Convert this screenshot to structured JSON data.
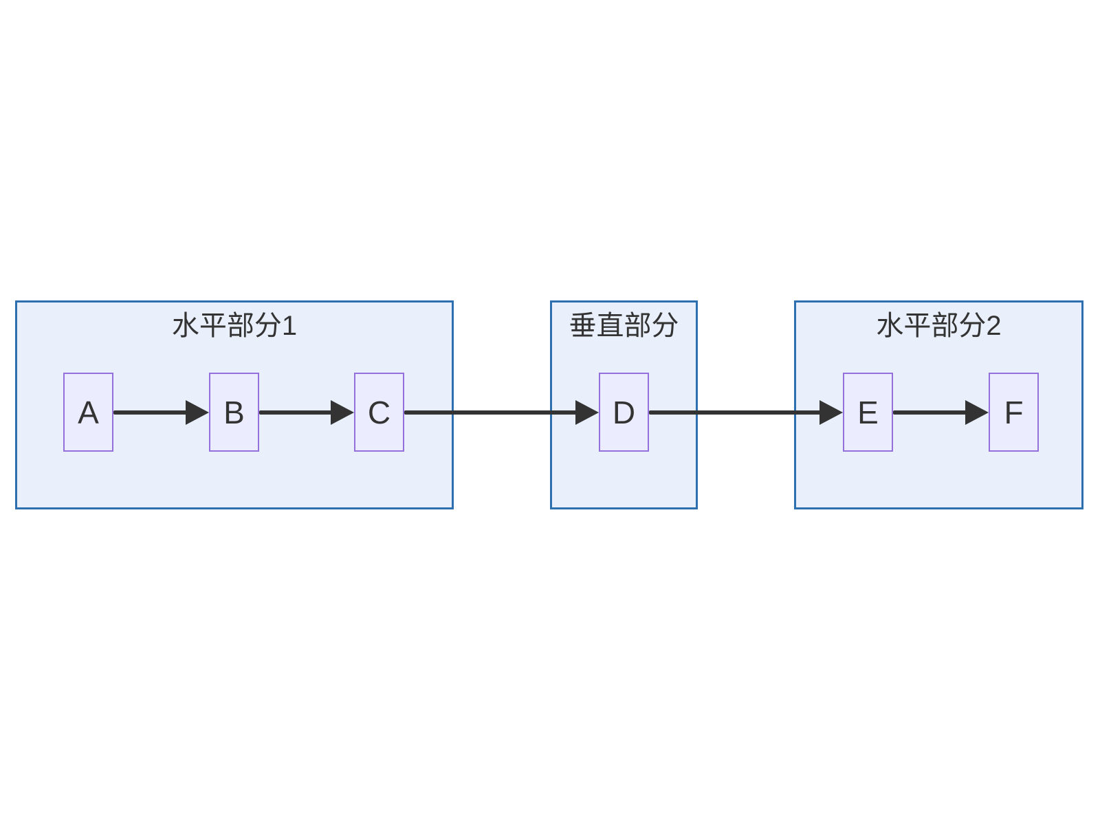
{
  "diagram": {
    "type": "flowchart",
    "background": "#ffffff",
    "colors": {
      "cluster_fill": "#e9f0fb",
      "cluster_border": "#2e6fb0",
      "node_fill": "#ececff",
      "node_border": "#9370db",
      "edge": "#333333",
      "text": "#333333"
    },
    "clusters": [
      {
        "id": "horizontal-section-1",
        "label": "水平部分1",
        "nodes": [
          "A",
          "B",
          "C"
        ]
      },
      {
        "id": "vertical-section",
        "label": "垂直部分",
        "nodes": [
          "D"
        ]
      },
      {
        "id": "horizontal-section-2",
        "label": "水平部分2",
        "nodes": [
          "E",
          "F"
        ]
      }
    ],
    "nodes": [
      {
        "id": "A",
        "label": "A"
      },
      {
        "id": "B",
        "label": "B"
      },
      {
        "id": "C",
        "label": "C"
      },
      {
        "id": "D",
        "label": "D"
      },
      {
        "id": "E",
        "label": "E"
      },
      {
        "id": "F",
        "label": "F"
      }
    ],
    "edges": [
      {
        "from": "A",
        "to": "B"
      },
      {
        "from": "B",
        "to": "C"
      },
      {
        "from": "C",
        "to": "D"
      },
      {
        "from": "D",
        "to": "E"
      },
      {
        "from": "E",
        "to": "F"
      }
    ]
  }
}
